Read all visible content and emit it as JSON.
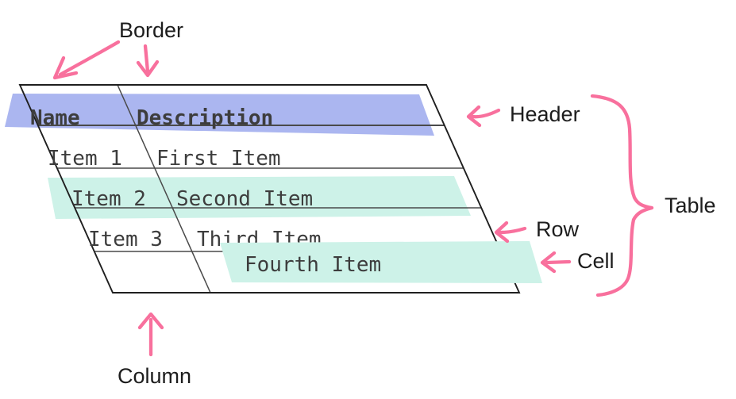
{
  "labels": {
    "border": "Border",
    "header": "Header",
    "table": "Table",
    "row": "Row",
    "cell": "Cell",
    "column": "Column"
  },
  "table": {
    "columns": [
      "Name",
      "Description"
    ],
    "rows": [
      {
        "name": "Item 1",
        "description": "First Item"
      },
      {
        "name": "Item 2",
        "description": "Second Item"
      },
      {
        "name": "Item 3",
        "description": "Third Item"
      },
      {
        "name": "",
        "description": "Fourth Item"
      }
    ]
  },
  "colors": {
    "annotation_pink": "#f8709d",
    "header_highlight": "#abb6f0",
    "row_highlight": "#cdf2e8",
    "cell_highlight": "#cdf2e8",
    "outer_border": "#1f1f1f",
    "grid_line": "#4a4a4a",
    "table_text": "#3d3d3d",
    "label_text": "#1d1d1d"
  }
}
